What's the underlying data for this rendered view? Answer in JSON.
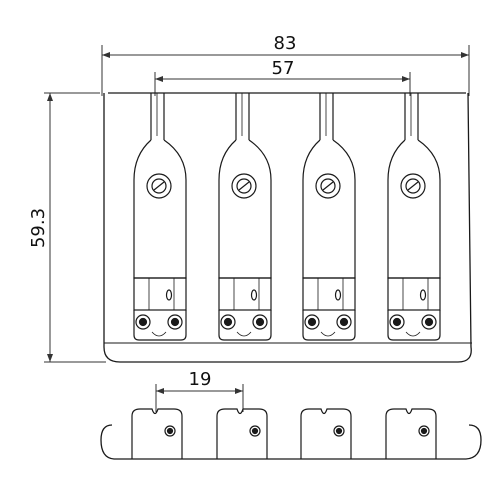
{
  "dimensions": {
    "overall_width": "83",
    "string_spacing_total": "57",
    "depth": "59.3",
    "saddle_pitch": "19"
  },
  "saddle_count": 4,
  "colors": {
    "line": "#1a1a1a",
    "dim_line": "#333333",
    "background": "#ffffff"
  }
}
